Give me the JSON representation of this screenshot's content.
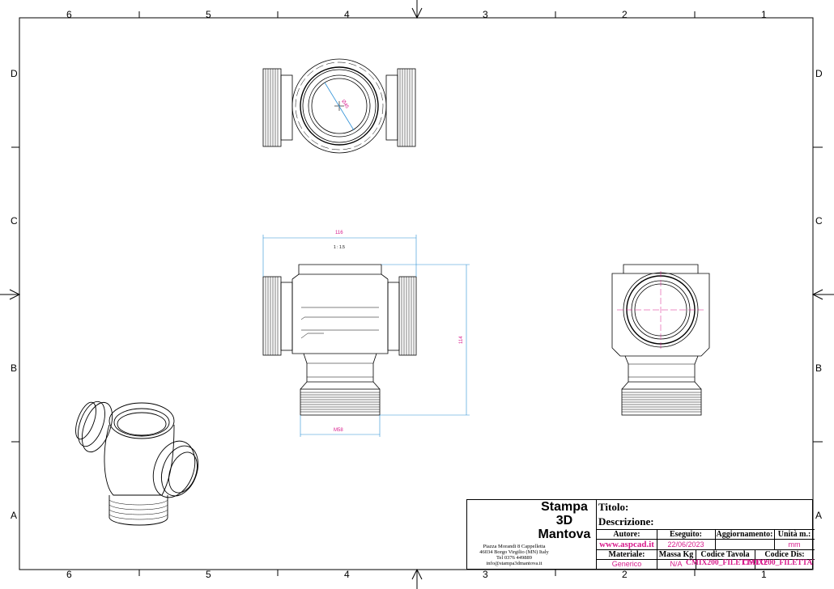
{
  "frame": {
    "col_labels_top": [
      "6",
      "5",
      "4",
      "3",
      "2",
      "1"
    ],
    "col_labels_bottom": [
      "6",
      "5",
      "4",
      "3",
      "2",
      "1"
    ],
    "row_labels_left": [
      "D",
      "C",
      "B",
      "A"
    ],
    "row_labels_right": [
      "D",
      "C",
      "B",
      "A"
    ]
  },
  "views": {
    "top_view_dimension": "Ø45",
    "front_width_dimension": "116",
    "scale_note": "1 : 1.5",
    "front_height_dimension": "114",
    "thread_dimension": "M58"
  },
  "title_block": {
    "company_line1": "Stampa",
    "company_line2": "3D",
    "company_line3": "Mantova",
    "address_line1": "Piazza Morandi 8 Cappelletta",
    "address_line2": "46034 Borgo Virgilio (MN) Italy",
    "address_line3": "Tel 0376 449889",
    "address_line4": "info@stampa3dmantova.it",
    "titolo_label": "Titolo:",
    "descrizione_label": "Descrizione:",
    "autore_label": "Autore:",
    "autore_value": "www.aspcad.it",
    "eseguito_label": "Eseguito:",
    "eseguito_value": "22/06/2023",
    "aggiornamento_label": "Aggiornamento:",
    "unita_label": "Unità m.:",
    "unita_value": "mm",
    "materiale_label": "Materiale:",
    "materiale_value": "Generico",
    "massa_label": "Massa Kg",
    "massa_value": "N/A",
    "codice_tavola_label": "Codice Tavola",
    "codice_tavola_value": "CMIX200_FILETTATO",
    "codice_dis_label": "Codice Dis:",
    "codice_dis_value": "CMIX200_FILETTATO"
  },
  "colors": {
    "dimension_line": "#2a8fd6",
    "dimension_text": "#d81b8c",
    "line": "#000000"
  }
}
